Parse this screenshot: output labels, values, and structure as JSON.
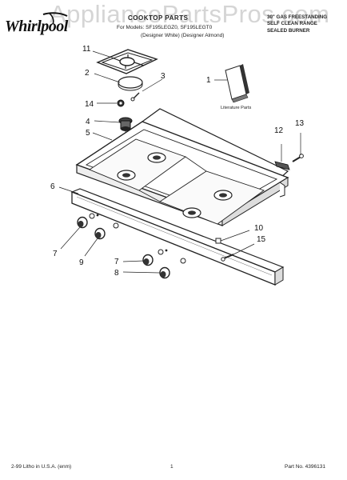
{
  "header": {
    "brand": "Whirlpool",
    "watermark": "AppliancePartsPros.com",
    "section_title": "COOKTOP PARTS",
    "models": "For Models: SF195LEGZ0, SF195LEGT0",
    "finish": "(Designer White) (Designer Almond)",
    "range_type": [
      "30\" GAS FREESTANDING",
      "SELF CLEAN RANGE",
      "SEALED BURNER"
    ]
  },
  "literature_label": "Literature Parts",
  "callouts": [
    "11",
    "2",
    "3",
    "1",
    "14",
    "4",
    "5",
    "12",
    "13",
    "6",
    "10",
    "15",
    "7",
    "9",
    "7",
    "8"
  ],
  "footer": {
    "left": "2-99 Litho in U.S.A. (enm)",
    "page": "1",
    "part_no": "Part No. 4396131"
  }
}
